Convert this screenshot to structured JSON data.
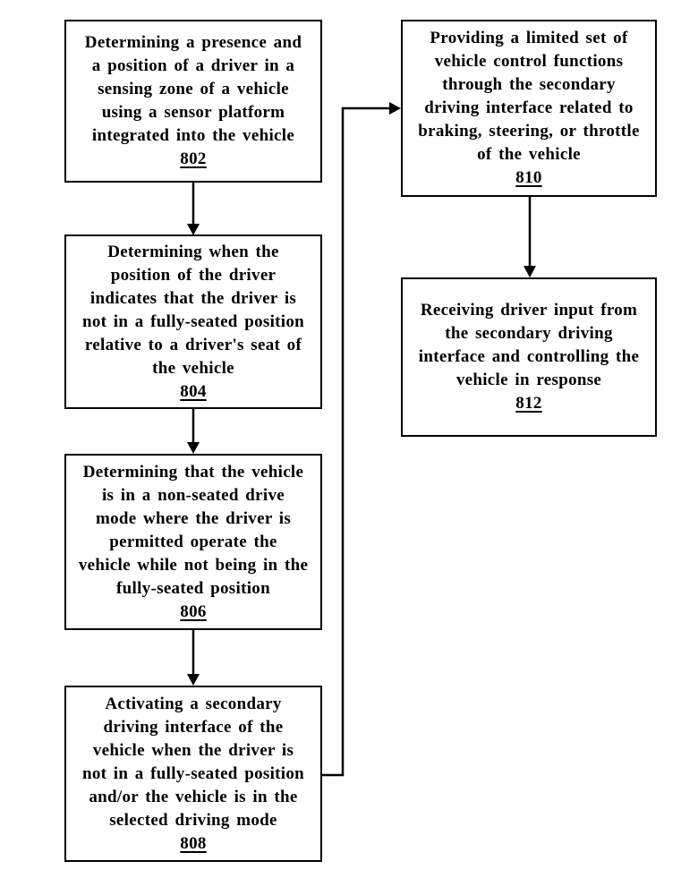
{
  "figure": {
    "background_color": "#ffffff",
    "line_color": "#000000",
    "text_color": "#000000"
  },
  "boxes": [
    {
      "ref": "802",
      "lines": [
        "Determining a presence and",
        "a position of a driver in a",
        "sensing zone of a vehicle",
        "using a sensor platform",
        "integrated into the vehicle"
      ]
    },
    {
      "ref": "804",
      "lines": [
        "Determining when the",
        "position of the driver",
        "indicates that the driver is",
        "not in a fully-seated position",
        "relative to a driver's seat of",
        "the vehicle"
      ]
    },
    {
      "ref": "806",
      "lines": [
        "Determining that the vehicle",
        "is in a non-seated drive",
        "mode where the driver is",
        "permitted operate the",
        "vehicle while not being in the",
        "fully-seated position"
      ]
    },
    {
      "ref": "808",
      "lines": [
        "Activating a secondary",
        "driving interface of the",
        "vehicle when the driver is",
        "not in a fully-seated position",
        "and/or the vehicle is in the",
        "selected driving mode"
      ]
    },
    {
      "ref": "810",
      "lines": [
        "Providing a limited set of",
        "vehicle control functions",
        "through the secondary",
        "driving interface related to",
        "braking, steering, or throttle",
        "of the vehicle"
      ]
    },
    {
      "ref": "812",
      "lines": [
        "Receiving driver input from",
        "the secondary driving",
        "interface and controlling the",
        "vehicle in response"
      ]
    }
  ],
  "connectors": [
    {
      "from": "802",
      "to": "804",
      "type": "arrow-down"
    },
    {
      "from": "804",
      "to": "806",
      "type": "arrow-down"
    },
    {
      "from": "806",
      "to": "808",
      "type": "arrow-down"
    },
    {
      "from": "808",
      "to": "810",
      "type": "elbow-right-up-right-arrow"
    },
    {
      "from": "810",
      "to": "812",
      "type": "arrow-down"
    }
  ]
}
